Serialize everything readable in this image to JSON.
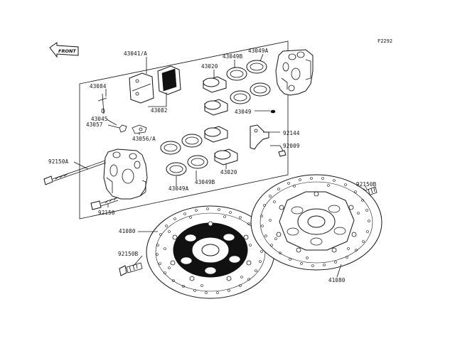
{
  "diagram": {
    "figure_code": "F2292",
    "front_label": "FRONT",
    "labels": {
      "caliper_assy": "43041/A",
      "part_43084": "43084",
      "pad_set": "43082",
      "part_43045": "43045",
      "part_43057": "43057",
      "part_43056a": "43056/A",
      "bolt_92150a": "92150A",
      "bolt_92150": "92150",
      "piston_top": "43020",
      "seal_43049b_top": "43049B",
      "seal_43049a_top": "43049A",
      "seal_43049": "43049",
      "bracket_92144": "92144",
      "bolt_92009": "92009",
      "piston_bottom": "43020",
      "seal_43049b_bottom": "43049B",
      "seal_43049a_bottom": "43049A",
      "bolt_92150b_right": "92150B",
      "disc_left": "41080",
      "bolt_92150b_left": "92150B",
      "disc_right": "41080"
    }
  }
}
